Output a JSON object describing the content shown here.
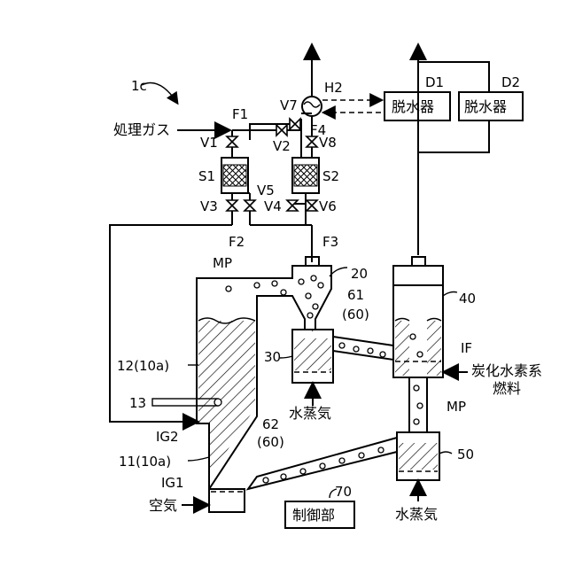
{
  "figure": {
    "ref": "1c",
    "inputs": {
      "process_gas": "処理ガス",
      "air": "空気",
      "steam": "水蒸気",
      "fuel_line1": "炭化水素系",
      "fuel_line2": "燃料"
    },
    "units": {
      "dehydrator": "脱水器",
      "controller": "制御部"
    },
    "labels": {
      "V1": "V1",
      "V2": "V2",
      "V3": "V3",
      "V4": "V4",
      "V5": "V5",
      "V6": "V6",
      "V7": "V7",
      "V8": "V8",
      "F1": "F1",
      "F2": "F2",
      "F3": "F3",
      "F4": "F4",
      "S1": "S1",
      "S2": "S2",
      "H2": "H2",
      "D1": "D1",
      "D2": "D2",
      "MP_top": "MP",
      "MP_right": "MP",
      "n20": "20",
      "n61": "61",
      "n60a": "(60)",
      "n30": "30",
      "n40": "40",
      "IF": "IF",
      "n12": "12(10a)",
      "n13": "13",
      "IG2": "IG2",
      "n62": "62",
      "n60b": "(60)",
      "n11": "11(10a)",
      "IG1": "IG1",
      "n50": "50",
      "n70": "70"
    }
  }
}
